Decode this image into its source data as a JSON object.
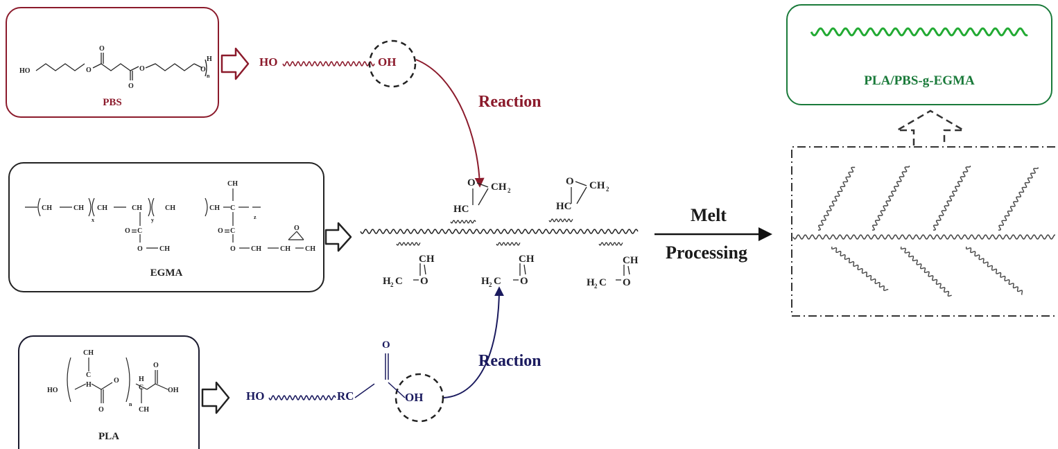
{
  "pbs": {
    "label": "PBS",
    "chain_start": "HO",
    "chain_end": "OH",
    "color": "#8b1a2b"
  },
  "egma": {
    "label": "EGMA"
  },
  "pla": {
    "label": "PLA",
    "chain_start": "HO",
    "chain_group": "RC",
    "chain_end": "OH",
    "color": "#1a1a5e"
  },
  "reactions": {
    "top": "Reaction",
    "bottom": "Reaction"
  },
  "process": {
    "line1": "Melt",
    "line2": "Processing"
  },
  "product": {
    "label": "PLA/PBS-g-EGMA",
    "color": "#1a7a3a",
    "wave_color": "#22aa33"
  },
  "epoxide": {
    "ring_o": "O",
    "upper_ch2": "CH",
    "upper_hc": "HC",
    "lower_ch": "CH",
    "lower_h2c": "H",
    "lower_c": "C",
    "lower_o": "O"
  },
  "structures": {
    "pbs": {
      "ho": "HO",
      "o_carbonyl": "O",
      "o_ester": "O",
      "h": "H",
      "n": "n"
    },
    "egma": {
      "ch2": "CH",
      "ch": "CH",
      "c": "C",
      "ch3": "CH",
      "o": "O",
      "x": "x",
      "y": "y",
      "z": "z"
    },
    "pla": {
      "ch3": "CH",
      "c": "C",
      "h": "H",
      "o": "O",
      "oh": "OH",
      "ho": "HO",
      "n": "n"
    }
  }
}
